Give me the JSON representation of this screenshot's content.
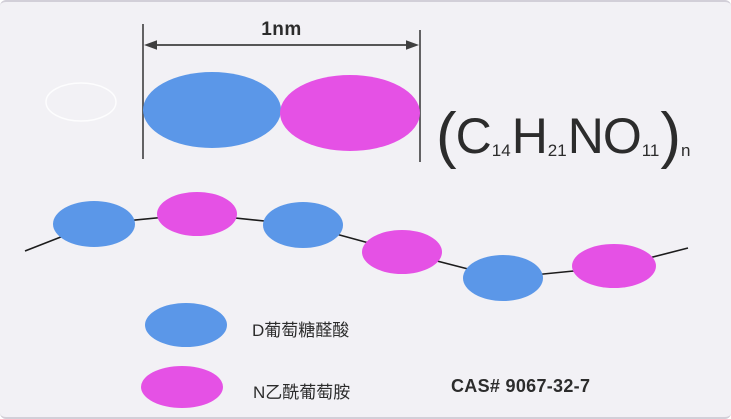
{
  "colors": {
    "background": "#f2f1f5",
    "border": "#d2cfd8",
    "blue": "#5b97e8",
    "magenta": "#e551e5",
    "chain_line": "#1c1c1c",
    "scale_line": "#3f3f3f",
    "text": "#2c2c2c",
    "ghost_outline": "#ffffff"
  },
  "scale_bar": {
    "label": "1nm"
  },
  "formula": {
    "open_paren": "(",
    "c": "C",
    "c_sub": "14",
    "h": "H",
    "h_sub": "21",
    "n": "N",
    "o": "O",
    "o_sub": "11",
    "close_paren": ")",
    "n_sub": "n",
    "full_text": "(C14H21NO11)n"
  },
  "unit_pair": {
    "left_color": "blue",
    "right_color": "magenta"
  },
  "chain": {
    "pattern": [
      "blue",
      "magenta",
      "blue",
      "magenta",
      "blue",
      "magenta"
    ]
  },
  "legend": {
    "items": [
      {
        "color_name": "blue",
        "label": "D葡萄糖醛酸"
      },
      {
        "color_name": "magenta",
        "label": "N乙酰葡萄胺"
      }
    ]
  },
  "cas": {
    "label": "CAS# 9067-32-7"
  }
}
